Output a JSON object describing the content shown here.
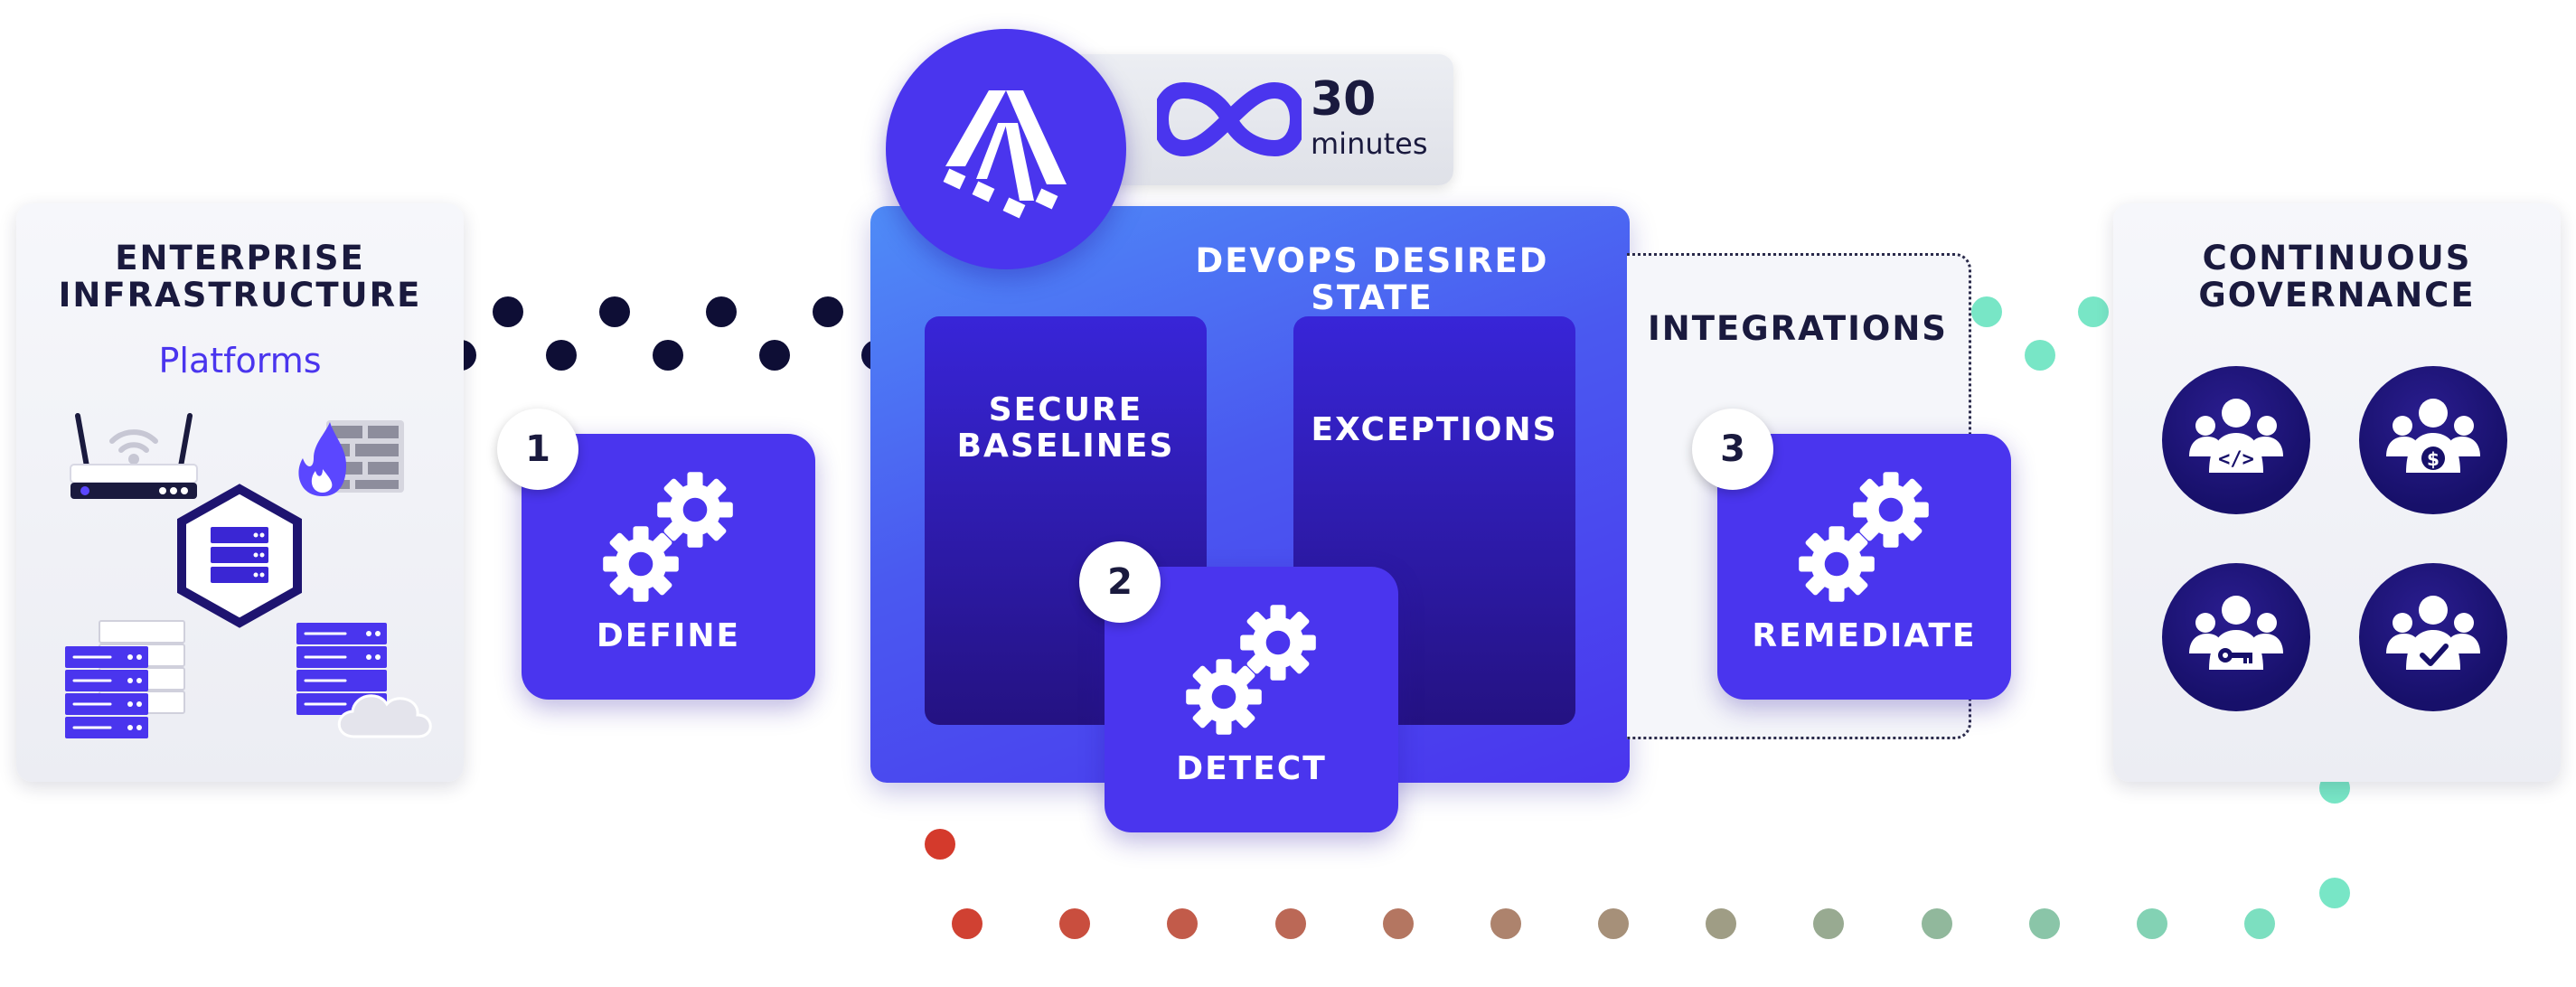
{
  "enterprise": {
    "title_line1": "ENTERPRISE",
    "title_line2": "INFRASTRUCTURE",
    "subtitle": "Platforms"
  },
  "devops": {
    "title": "DEVOPS DESIRED STATE",
    "secure_line1": "SECURE",
    "secure_line2": "BASELINES",
    "exceptions": "EXCEPTIONS"
  },
  "timer": {
    "value": "30",
    "unit": "minutes"
  },
  "integrations": {
    "title": "INTEGRATIONS"
  },
  "governance": {
    "title_line1": "CONTINUOUS",
    "title_line2": "GOVERNANCE"
  },
  "steps": [
    {
      "number": "1",
      "label": "DEFINE"
    },
    {
      "number": "2",
      "label": "DETECT"
    },
    {
      "number": "3",
      "label": "REMEDIATE"
    }
  ],
  "colors": {
    "accent": "#4a35ee",
    "navy": "#1a1a3e",
    "dark_dot": "#0e0e35",
    "mint_dot": "#78e6c6",
    "red_dot": "#d43a2c"
  },
  "icons": {
    "platforms": [
      "wifi-router-icon",
      "firewall-icon",
      "kubernetes-node-icon",
      "server-stack-icon",
      "cloud-server-icon"
    ],
    "governance": [
      "developer-team-icon",
      "finance-team-icon",
      "security-team-icon",
      "compliance-team-icon"
    ]
  }
}
